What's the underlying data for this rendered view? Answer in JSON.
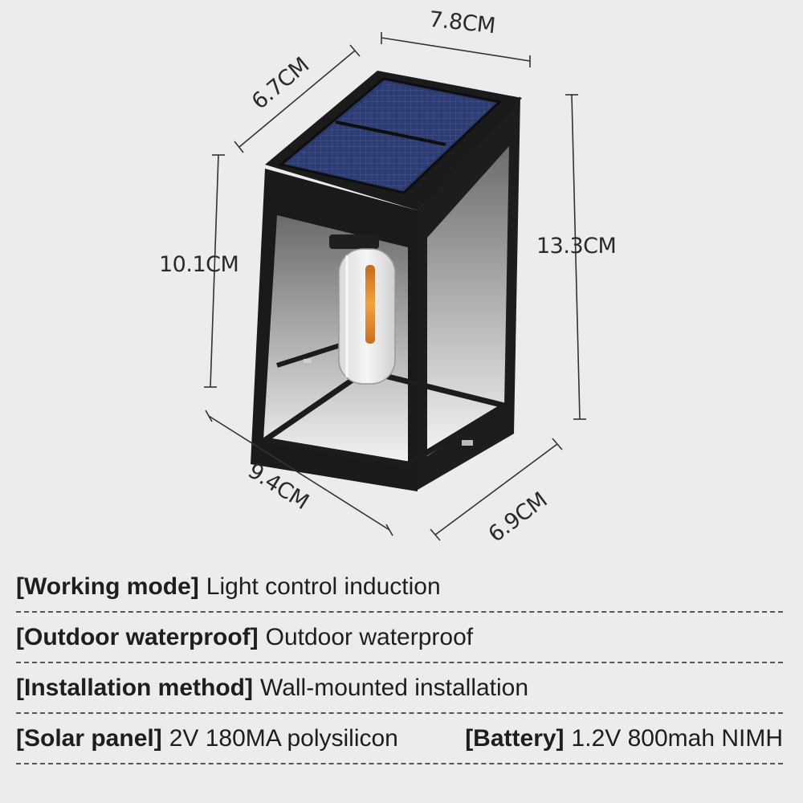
{
  "dimensions": {
    "top_depth": "6.7CM",
    "top_width": "7.8CM",
    "front_height": "10.1CM",
    "back_height": "13.3CM",
    "bottom_width": "9.4CM",
    "bottom_depth": "6.9CM"
  },
  "specs": [
    {
      "key": "[Working mode]",
      "value": "Light control induction"
    },
    {
      "key": "[Outdoor waterproof]",
      "value": "Outdoor waterproof"
    },
    {
      "key": "[Installation method]",
      "value": "Wall-mounted installation"
    }
  ],
  "specs_last_row": [
    {
      "key": "[Solar panel]",
      "value": "2V 180MA polysilicon"
    },
    {
      "key": "[Battery]",
      "value": "1.2V 800mah NIMH"
    }
  ],
  "colors": {
    "background": "#ececec",
    "frame": "#1a1a1a",
    "solar_panel": "#2b3a6e",
    "bulb_glow": "#e89a3c"
  },
  "icons": {
    "product": "solar-wall-lantern-icon"
  }
}
